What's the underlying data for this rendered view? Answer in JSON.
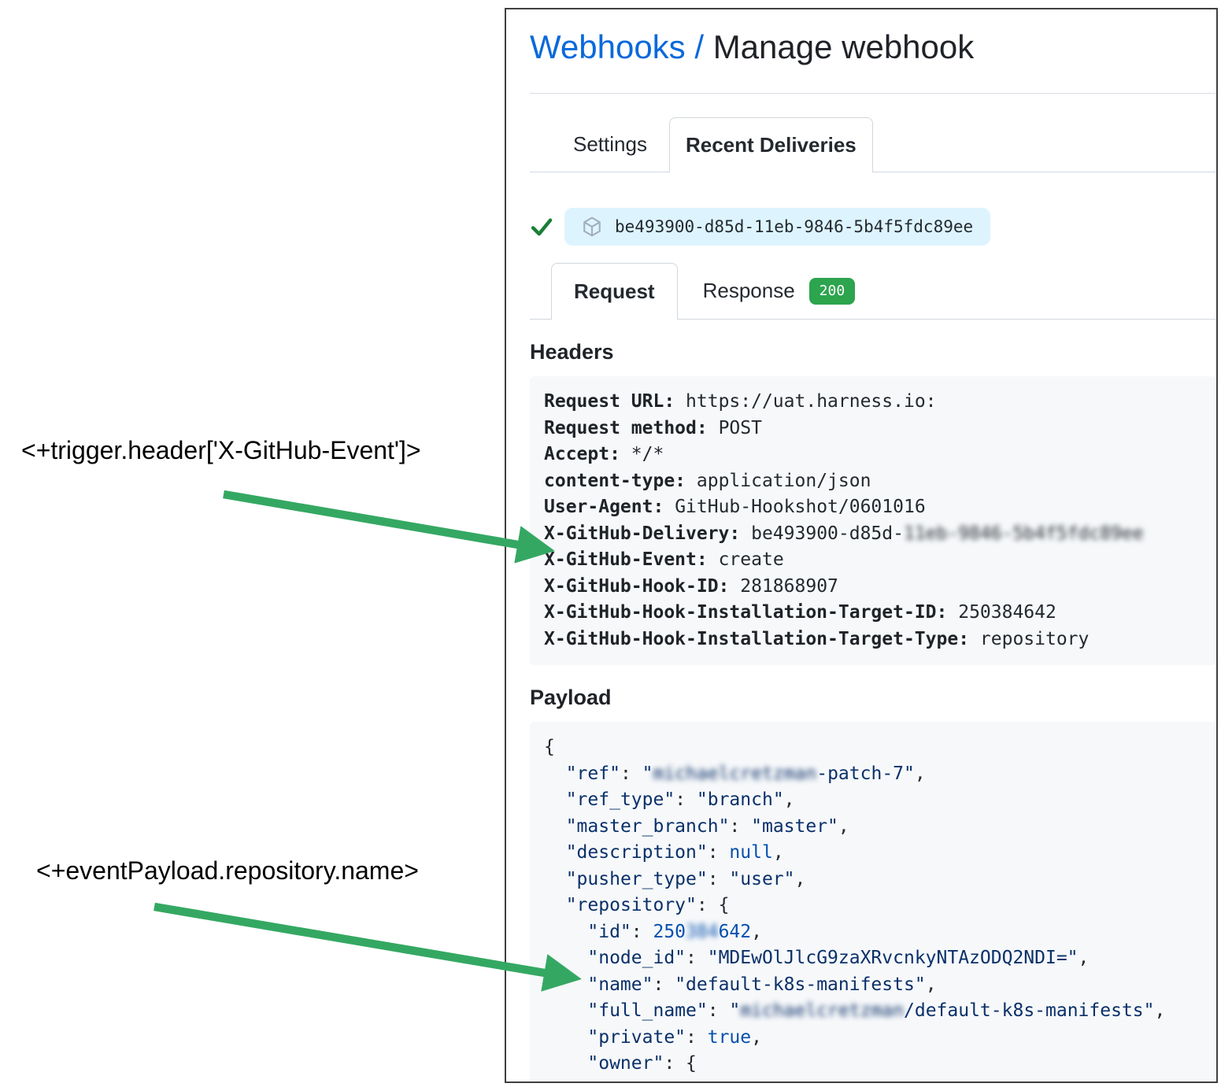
{
  "colors": {
    "link_blue": "#0969da",
    "check_green": "#1a7f37",
    "status_badge_green": "#2da44e",
    "arrow_green": "#34a862",
    "pill_blue_bg": "#ddf4ff",
    "code_bg": "#f6f8fa"
  },
  "header": {
    "breadcrumb": "Webhooks / ",
    "title": "Manage webhook"
  },
  "main_tabs": [
    {
      "label": "Settings",
      "active": false
    },
    {
      "label": "Recent Deliveries",
      "active": true
    }
  ],
  "delivery": {
    "status_icon": "check-icon",
    "package_icon": "package-icon",
    "id": "be493900-d85d-11eb-9846-5b4f5fdc89ee"
  },
  "sub_tabs": [
    {
      "label": "Request",
      "active": true
    },
    {
      "label": "Response",
      "active": false,
      "badge": "200"
    }
  ],
  "headers": {
    "title": "Headers",
    "lines": [
      {
        "key": "Request URL",
        "parts": [
          {
            "t": "https://uat.harness.io:"
          }
        ]
      },
      {
        "key": "Request method",
        "parts": [
          {
            "t": "POST"
          }
        ]
      },
      {
        "key": "Accept",
        "parts": [
          {
            "t": "*/*"
          }
        ]
      },
      {
        "key": "content-type",
        "parts": [
          {
            "t": "application/json"
          }
        ]
      },
      {
        "key": "User-Agent",
        "parts": [
          {
            "t": "GitHub-Hookshot/0601016"
          }
        ]
      },
      {
        "key": "X-GitHub-Delivery",
        "parts": [
          {
            "t": "be493900-d85d-"
          },
          {
            "t": "11eb-9846-5b4f5fdc89ee",
            "b": true
          }
        ]
      },
      {
        "key": "X-GitHub-Event",
        "parts": [
          {
            "t": "create"
          }
        ]
      },
      {
        "key": "X-GitHub-Hook-ID",
        "parts": [
          {
            "t": "281868907"
          }
        ]
      },
      {
        "key": "X-GitHub-Hook-Installation-Target-ID",
        "parts": [
          {
            "t": "250384642"
          }
        ]
      },
      {
        "key": "X-GitHub-Hook-Installation-Target-Type",
        "parts": [
          {
            "t": "repository"
          }
        ]
      }
    ]
  },
  "payload": {
    "title": "Payload",
    "lines": [
      [
        {
          "t": "{",
          "c": "p"
        }
      ],
      [
        {
          "t": "  ",
          "c": "p"
        },
        {
          "t": "\"ref\"",
          "c": "s"
        },
        {
          "t": ": ",
          "c": "p"
        },
        {
          "t": "\"",
          "c": "s"
        },
        {
          "t": "michaelcretzman",
          "c": "s",
          "b": true
        },
        {
          "t": "-patch-7\"",
          "c": "s"
        },
        {
          "t": ",",
          "c": "p"
        }
      ],
      [
        {
          "t": "  ",
          "c": "p"
        },
        {
          "t": "\"ref_type\"",
          "c": "s"
        },
        {
          "t": ": ",
          "c": "p"
        },
        {
          "t": "\"branch\"",
          "c": "s"
        },
        {
          "t": ",",
          "c": "p"
        }
      ],
      [
        {
          "t": "  ",
          "c": "p"
        },
        {
          "t": "\"master_branch\"",
          "c": "s"
        },
        {
          "t": ": ",
          "c": "p"
        },
        {
          "t": "\"master\"",
          "c": "s"
        },
        {
          "t": ",",
          "c": "p"
        }
      ],
      [
        {
          "t": "  ",
          "c": "p"
        },
        {
          "t": "\"description\"",
          "c": "s"
        },
        {
          "t": ": ",
          "c": "p"
        },
        {
          "t": "null",
          "c": "n"
        },
        {
          "t": ",",
          "c": "p"
        }
      ],
      [
        {
          "t": "  ",
          "c": "p"
        },
        {
          "t": "\"pusher_type\"",
          "c": "s"
        },
        {
          "t": ": ",
          "c": "p"
        },
        {
          "t": "\"user\"",
          "c": "s"
        },
        {
          "t": ",",
          "c": "p"
        }
      ],
      [
        {
          "t": "  ",
          "c": "p"
        },
        {
          "t": "\"repository\"",
          "c": "s"
        },
        {
          "t": ": {",
          "c": "p"
        }
      ],
      [
        {
          "t": "    ",
          "c": "p"
        },
        {
          "t": "\"id\"",
          "c": "s"
        },
        {
          "t": ": ",
          "c": "p"
        },
        {
          "t": "250",
          "c": "n"
        },
        {
          "t": "384",
          "c": "n",
          "b": true
        },
        {
          "t": "642",
          "c": "n"
        },
        {
          "t": ",",
          "c": "p"
        }
      ],
      [
        {
          "t": "    ",
          "c": "p"
        },
        {
          "t": "\"node_id\"",
          "c": "s"
        },
        {
          "t": ": ",
          "c": "p"
        },
        {
          "t": "\"MDEwOlJlcG9zaXRvcnkyNTAzODQ2NDI=\"",
          "c": "s"
        },
        {
          "t": ",",
          "c": "p"
        }
      ],
      [
        {
          "t": "    ",
          "c": "p"
        },
        {
          "t": "\"name\"",
          "c": "s"
        },
        {
          "t": ": ",
          "c": "p"
        },
        {
          "t": "\"default-k8s-manifests\"",
          "c": "s"
        },
        {
          "t": ",",
          "c": "p"
        }
      ],
      [
        {
          "t": "    ",
          "c": "p"
        },
        {
          "t": "\"full_name\"",
          "c": "s"
        },
        {
          "t": ": ",
          "c": "p"
        },
        {
          "t": "\"",
          "c": "s"
        },
        {
          "t": "michaelcretzman",
          "c": "s",
          "b": true
        },
        {
          "t": "/default-k8s-manifests\"",
          "c": "s"
        },
        {
          "t": ",",
          "c": "p"
        }
      ],
      [
        {
          "t": "    ",
          "c": "p"
        },
        {
          "t": "\"private\"",
          "c": "s"
        },
        {
          "t": ": ",
          "c": "p"
        },
        {
          "t": "true",
          "c": "n"
        },
        {
          "t": ",",
          "c": "p"
        }
      ],
      [
        {
          "t": "    ",
          "c": "p"
        },
        {
          "t": "\"owner\"",
          "c": "s"
        },
        {
          "t": ": {",
          "c": "p"
        }
      ]
    ]
  },
  "annotations": [
    {
      "text": "<+trigger.header['X-GitHub-Event']>"
    },
    {
      "text": "<+eventPayload.repository.name>"
    }
  ]
}
